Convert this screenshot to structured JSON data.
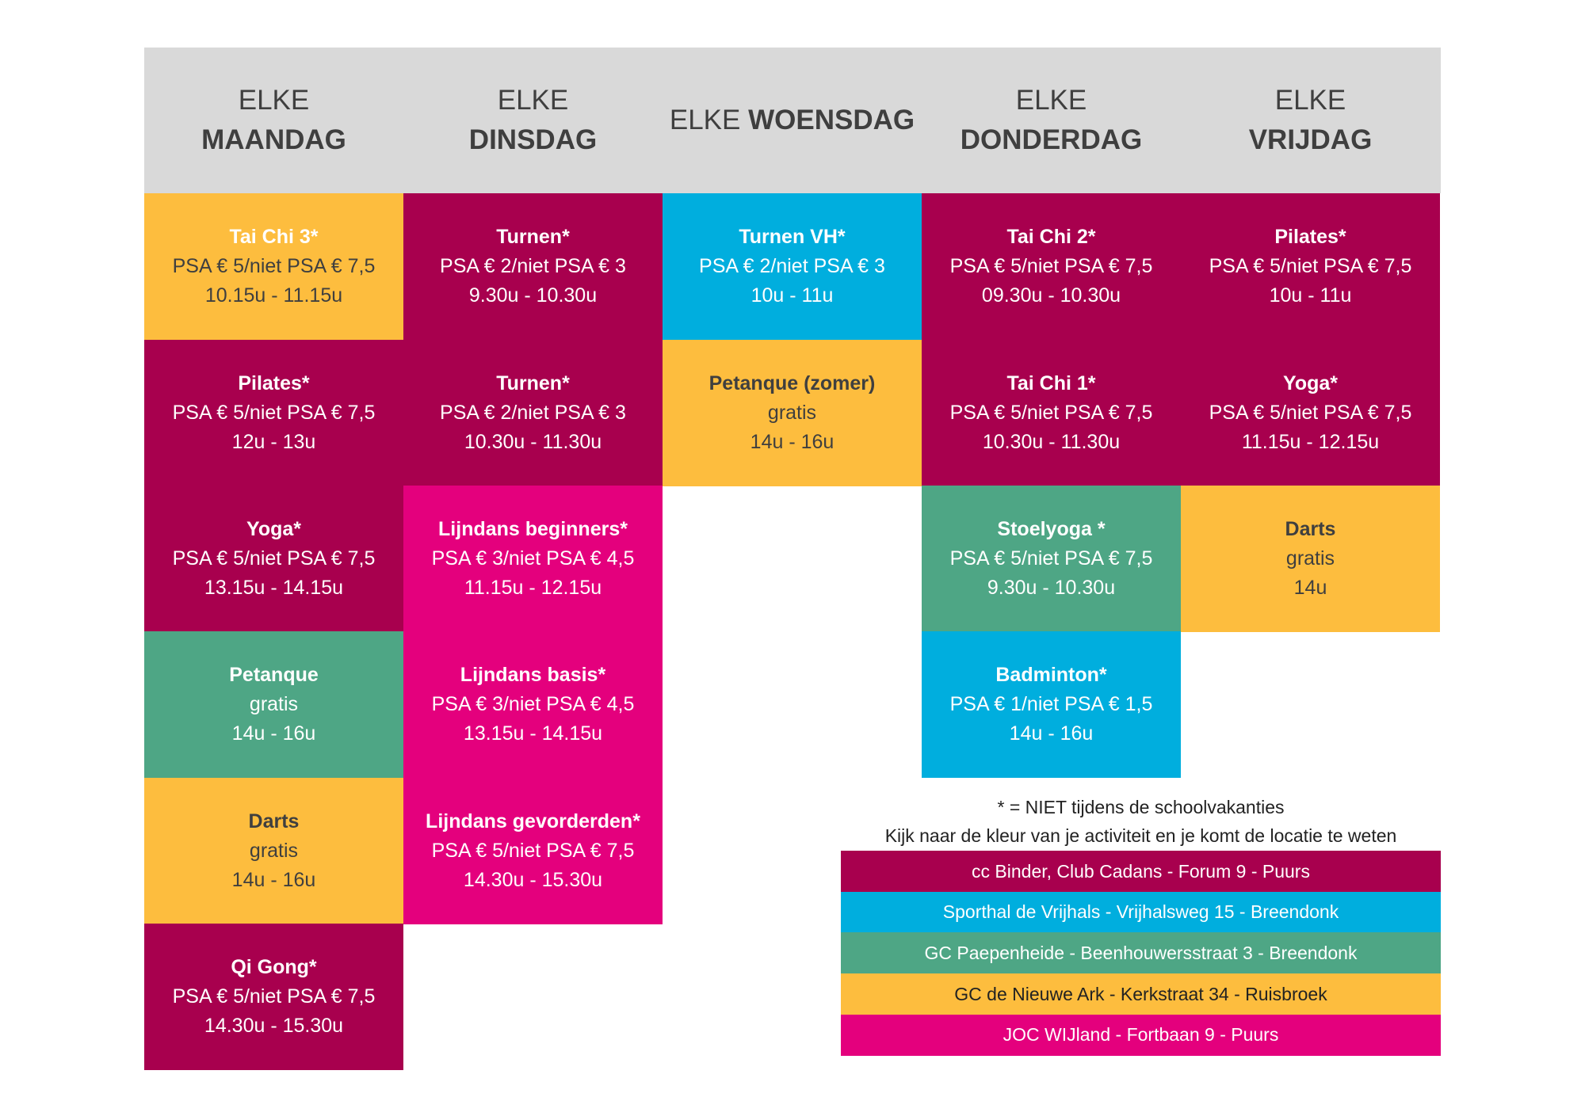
{
  "header": {
    "days": [
      {
        "prefix": "ELKE",
        "name": "MAANDAG"
      },
      {
        "prefix": "ELKE",
        "name": "DINSDAG"
      },
      {
        "prefix": "ELKE",
        "name": "WOENSDAG",
        "inline": true
      },
      {
        "prefix": "ELKE",
        "name": "DONDERDAG"
      },
      {
        "prefix": "ELKE",
        "name": "VRIJDAG"
      }
    ]
  },
  "colors": {
    "maroon": "#A8004E",
    "cyan": "#00AEDE",
    "green": "#4EA685",
    "yellow": "#FDBD3E",
    "pink": "#E4007D",
    "header": "#D9D9D9"
  },
  "schedule": [
    [
      {
        "title": "Tai Chi 3*",
        "price": "PSA € 5/niet PSA € 7,5",
        "time": "10.15u - 11.15u",
        "color": "yellow",
        "title_light": true
      },
      {
        "title": "Pilates*",
        "price": "PSA € 5/niet PSA € 7,5",
        "time": "12u - 13u",
        "color": "maroon"
      },
      {
        "title": "Yoga*",
        "price": "PSA € 5/niet PSA € 7,5",
        "time": "13.15u - 14.15u",
        "color": "maroon"
      },
      {
        "title": "Petanque",
        "price": "gratis",
        "time": "14u - 16u",
        "color": "green"
      },
      {
        "title": "Darts",
        "price": "gratis",
        "time": "14u - 16u",
        "color": "yellow"
      },
      {
        "title": "Qi Gong*",
        "price": "PSA € 5/niet PSA € 7,5",
        "time": "14.30u - 15.30u",
        "color": "maroon"
      }
    ],
    [
      {
        "title": "Turnen*",
        "price": "PSA € 2/niet PSA € 3",
        "time": "9.30u - 10.30u",
        "color": "maroon"
      },
      {
        "title": "Turnen*",
        "price": "PSA € 2/niet PSA € 3",
        "time": "10.30u - 11.30u",
        "color": "maroon"
      },
      {
        "title": "Lijndans beginners*",
        "price": "PSA € 3/niet PSA € 4,5",
        "time": "11.15u - 12.15u",
        "color": "pink"
      },
      {
        "title": "Lijndans basis*",
        "price": "PSA € 3/niet PSA € 4,5",
        "time": "13.15u - 14.15u",
        "color": "pink"
      },
      {
        "title": "Lijndans gevorderden*",
        "price": "PSA € 5/niet PSA € 7,5",
        "time": "14.30u - 15.30u",
        "color": "pink"
      }
    ],
    [
      {
        "title": "Turnen VH*",
        "price": "PSA € 2/niet PSA € 3",
        "time": "10u - 11u",
        "color": "cyan"
      },
      {
        "title": "Petanque (zomer)",
        "price": "gratis",
        "time": "14u - 16u",
        "color": "yellow"
      }
    ],
    [
      {
        "title": "Tai Chi 2*",
        "price": "PSA € 5/niet PSA € 7,5",
        "time": "09.30u - 10.30u",
        "color": "maroon"
      },
      {
        "title": "Tai Chi 1*",
        "price": "PSA € 5/niet PSA € 7,5",
        "time": "10.30u - 11.30u",
        "color": "maroon"
      },
      {
        "title": "Stoelyoga *",
        "price": "PSA € 5/niet PSA € 7,5",
        "time": "9.30u - 10.30u",
        "color": "green"
      },
      {
        "title": "Badminton*",
        "price": "PSA € 1/niet PSA € 1,5",
        "time": "14u - 16u",
        "color": "cyan"
      }
    ],
    [
      {
        "title": "Pilates*",
        "price": "PSA € 5/niet PSA € 7,5",
        "time": "10u - 11u",
        "color": "maroon"
      },
      {
        "title": "Yoga*",
        "price": "PSA € 5/niet PSA € 7,5",
        "time": "11.15u - 12.15u",
        "color": "maroon"
      },
      {
        "title": "Darts",
        "price": "gratis",
        "time": "14u",
        "color": "yellow"
      }
    ]
  ],
  "legend": {
    "note": "* = NIET tijdens de schoolvakanties",
    "instruction": "Kijk naar de kleur van je activiteit en je komt de locatie te weten",
    "locations": [
      {
        "label": "cc Binder, Club Cadans - Forum 9 - Puurs",
        "color": "maroon"
      },
      {
        "label": "Sporthal de Vrijhals - Vrijhalsweg 15 - Breendonk",
        "color": "cyan"
      },
      {
        "label": "GC Paepenheide - Beenhouwersstraat 3 - Breendonk",
        "color": "green"
      },
      {
        "label": "GC de Nieuwe Ark - Kerkstraat 34 - Ruisbroek",
        "color": "yellow"
      },
      {
        "label": "JOC WIJland - Fortbaan 9 - Puurs",
        "color": "pink"
      }
    ]
  }
}
